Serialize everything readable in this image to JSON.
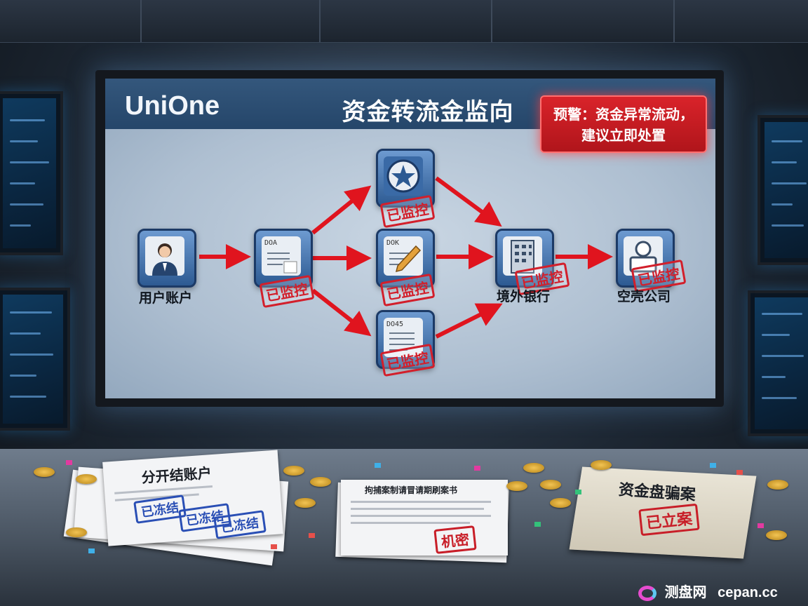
{
  "screen": {
    "brand": "UniOne",
    "title": "资金转流金监向",
    "alert_line1": "预警：资金异常流动，",
    "alert_line2": "建议立即处置"
  },
  "nodes": {
    "user_label": "用户账户",
    "bank_label": "境外银行",
    "shell_label": "空壳公司",
    "doc1_code": "DOA",
    "doc2_code": "DOK",
    "doc3_code": "DO45"
  },
  "stamps": {
    "monitored": "已监控"
  },
  "desk": {
    "paper1_title": "分开结账户",
    "frozen": "已冻结",
    "paper2_title": "拘捕案制请冒请期刷案书",
    "secret": "机密",
    "book_title": "资金盘骗案",
    "filed": "已立案"
  },
  "watermark": {
    "name": "测盘网",
    "domain": "cepan.cc"
  },
  "colors": {
    "arrow_red": "#e0141e",
    "node_blue": "#2d5a92",
    "alert_red": "#d9232a",
    "stamp_red": "#d21f2b",
    "stamp_blue": "#2a4fb5"
  }
}
